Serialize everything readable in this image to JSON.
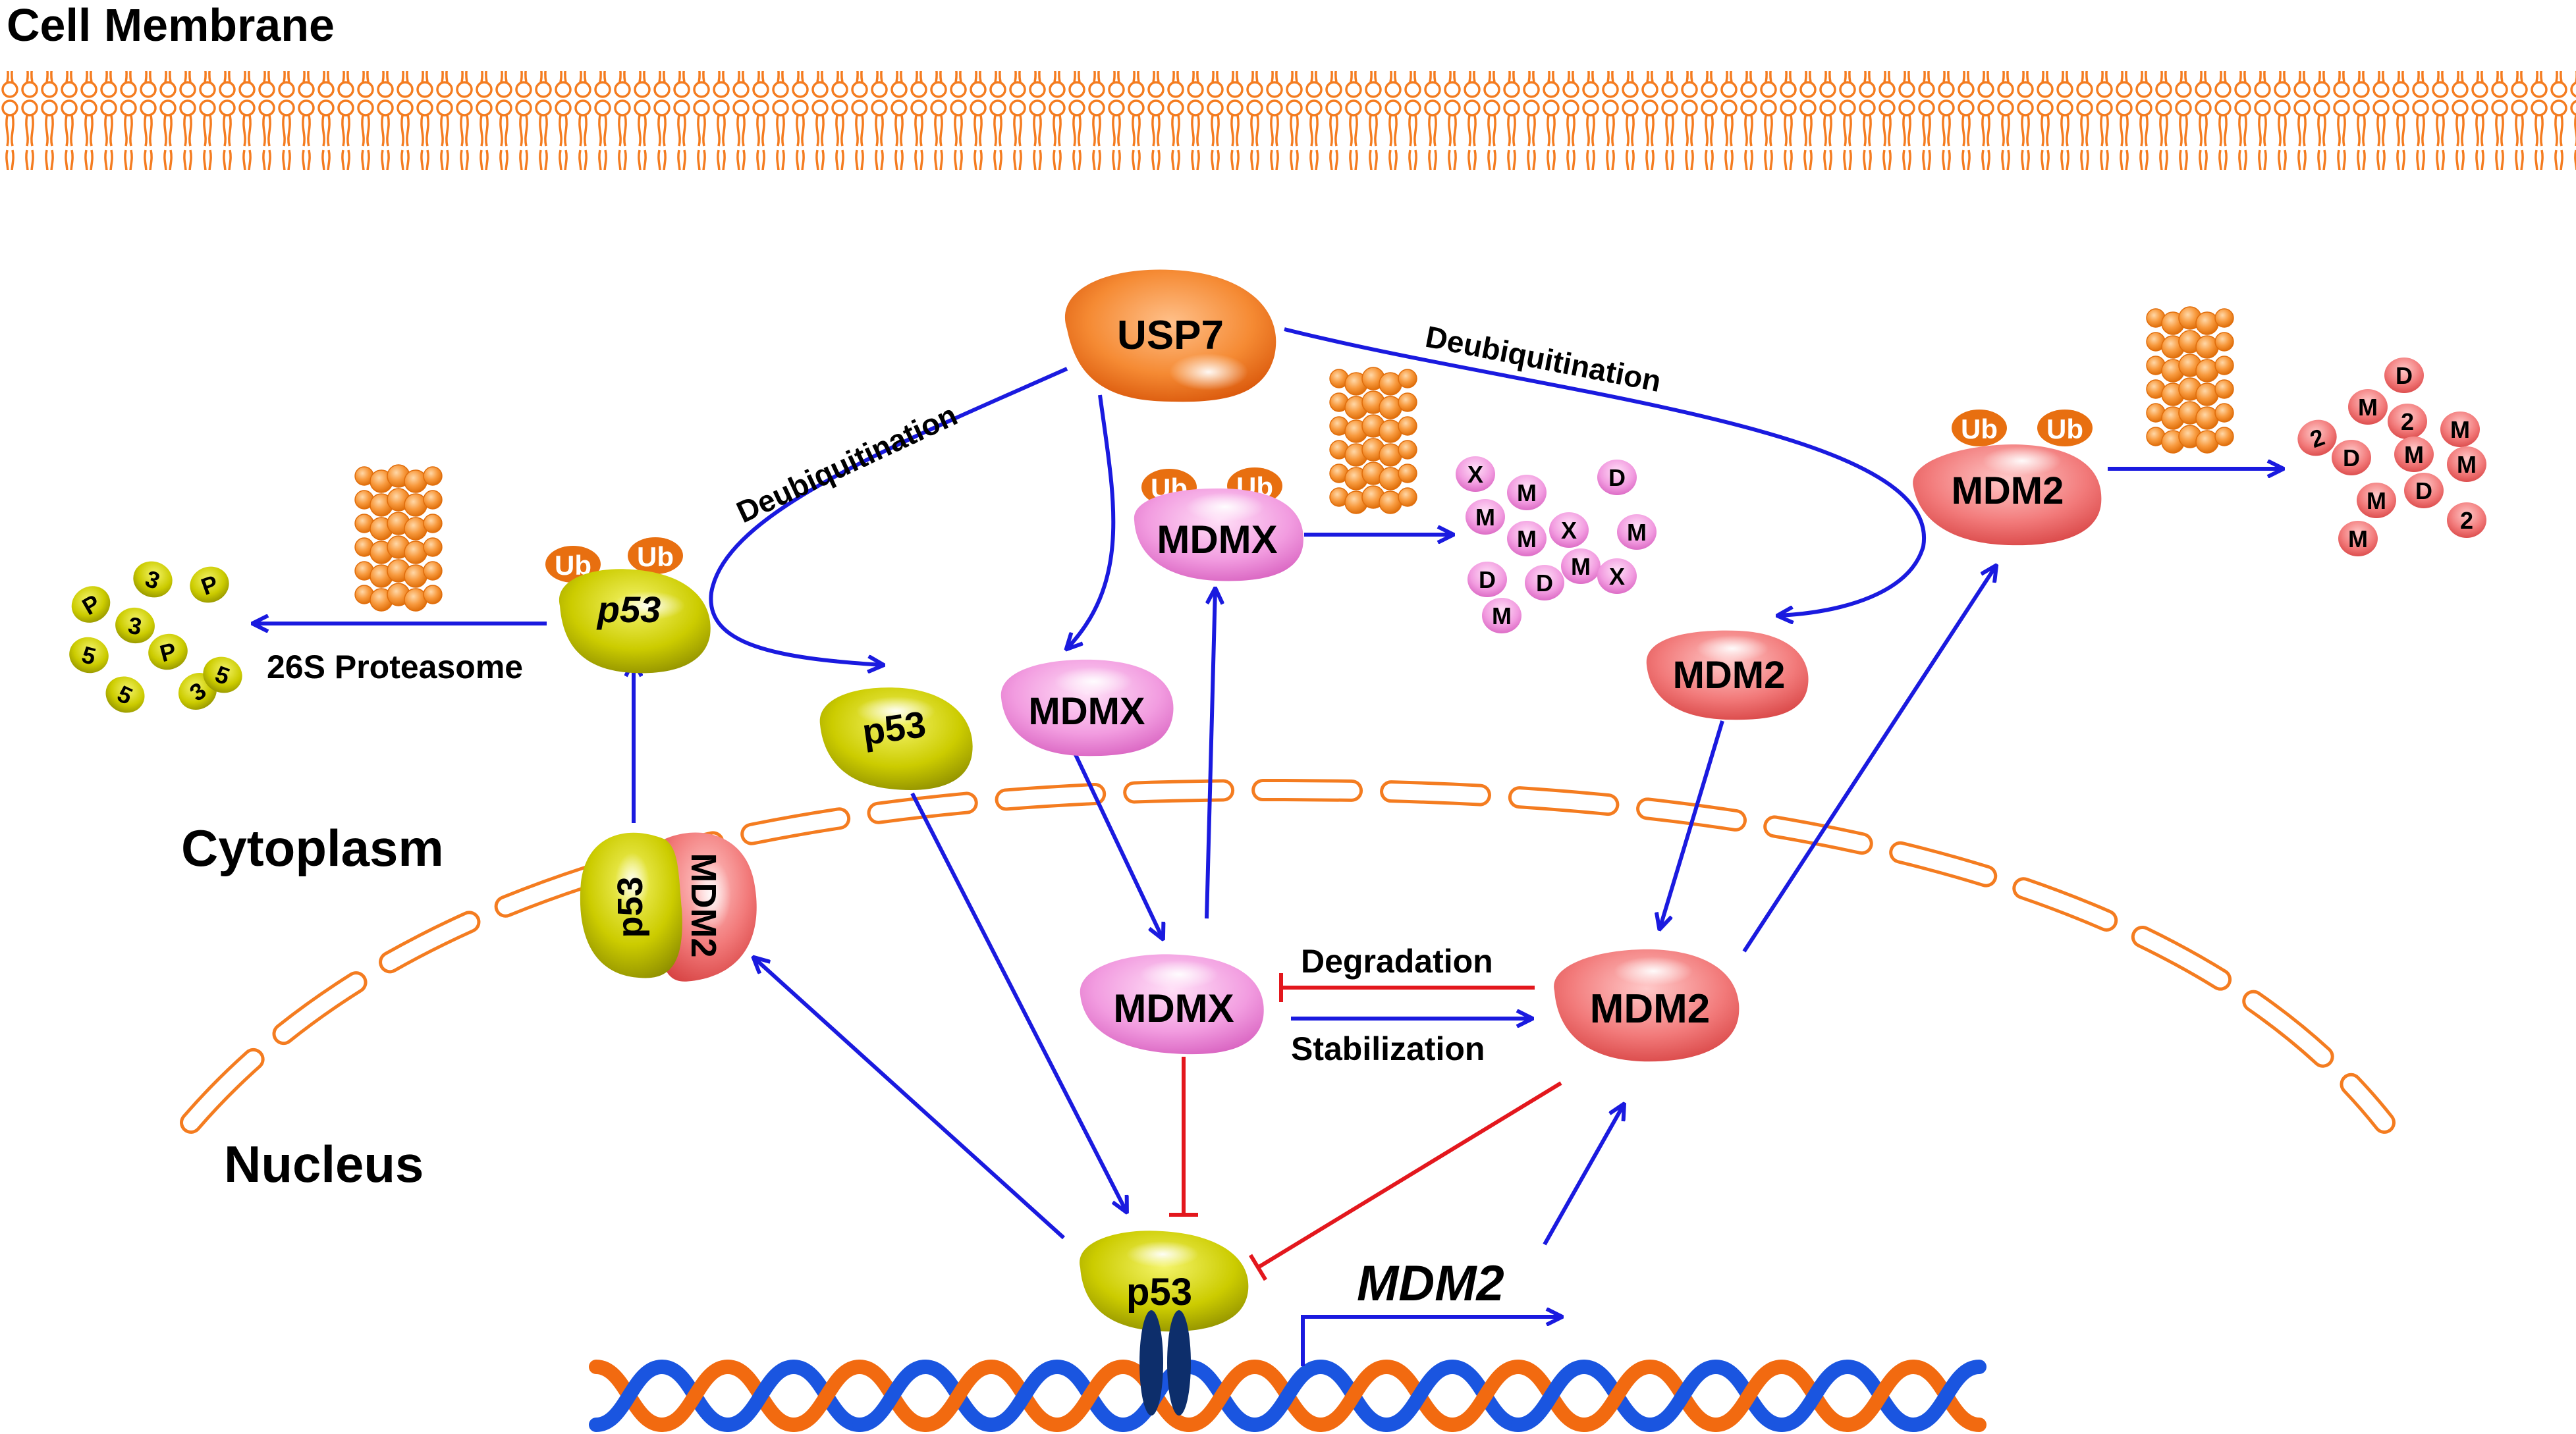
{
  "labels": {
    "cell_membrane": "Cell Membrane",
    "cytoplasm": "Cytoplasm",
    "nucleus": "Nucleus",
    "proteasome_26s": "26S Proteasome",
    "deubiquitination": "Deubiquitination",
    "degradation": "Degradation",
    "stabilization": "Stabilization",
    "mdm2_gene": "MDM2"
  },
  "proteins": {
    "usp7": "USP7",
    "p53": "p53",
    "mdm2": "MDM2",
    "mdmx": "MDMX",
    "ub": "Ub"
  },
  "fragments": {
    "p53_pieces": [
      "P",
      "3",
      "P",
      "3",
      "5",
      "P",
      "5",
      "3",
      "5"
    ],
    "mdmx_pieces": [
      "X",
      "M",
      "D",
      "M",
      "M",
      "X",
      "M",
      "D",
      "D",
      "M",
      "X",
      "M"
    ],
    "mdm2_pieces": [
      "D",
      "M",
      "2",
      "2",
      "D",
      "M",
      "M",
      "M",
      "D",
      "M",
      "M",
      "2"
    ]
  },
  "colors": {
    "membrane": "#f47c20",
    "activation_arrow": "#1a1adf",
    "inhibition_arrow": "#e3171d",
    "p53": "#c8c800",
    "mdm2": "#ef6b6b",
    "mdmx": "#ec7fd8",
    "usp7": "#f27d2a",
    "ub": "#e86f10",
    "dna_strand_1": "#f26a10",
    "dna_strand_2": "#1a55e0"
  }
}
